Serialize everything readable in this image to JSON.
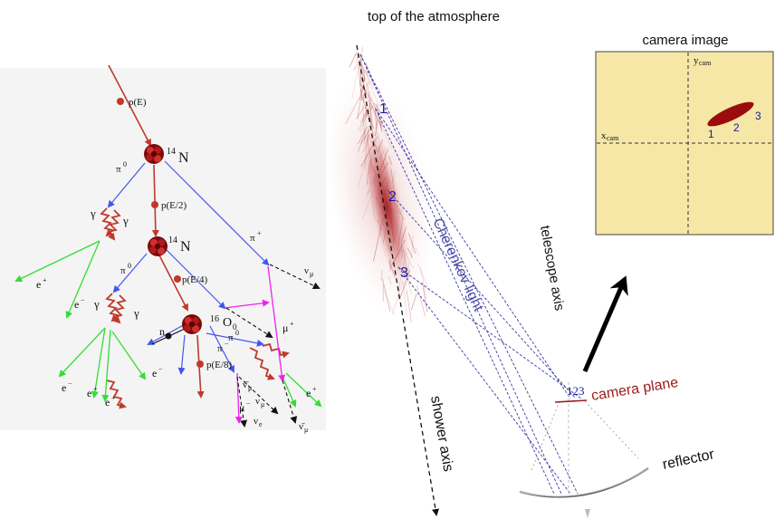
{
  "atmosphere": {
    "title": "top of the atmosphere"
  },
  "shower_panel": {
    "primary": "p(E)",
    "nitrogen_1": {
      "sup": "14",
      "sym": "N"
    },
    "nitrogen_2": {
      "sup": "14",
      "sym": "N"
    },
    "oxygen": {
      "sup": "16",
      "sym": "O",
      "sub": "0"
    },
    "proton_2": "p(E/2)",
    "proton_4": "p(E/4)",
    "proton_8": "p(E/8)",
    "pi0_a": "π",
    "pi0_a_sup": "0",
    "pi0_b": "π",
    "pi0_b_sup": "0",
    "pi0_c": "π",
    "pi0_c_sup": "0",
    "pi_plus": "π",
    "pi_plus_sup": "+",
    "pi_minus": "π",
    "pi_minus_sup": "−",
    "gamma_1": "γ",
    "gamma_2": "γ",
    "gamma_3": "γ",
    "gamma_4": "γ",
    "neutron": "n",
    "nu_mu_1": "ν",
    "nu_mu_1_sub": "μ",
    "nu_mu_2": "ν",
    "nu_mu_2_sub": "μ",
    "nu_mu_bar_1": "ν̄",
    "nu_mu_bar_1_sub": "μ",
    "nu_mu_bar_2": "ν̄",
    "nu_mu_bar_2_sub": "μ",
    "nu_e": "ν",
    "nu_e_sub": "e",
    "mu_plus": "μ",
    "mu_plus_sup": "+",
    "mu_minus": "μ",
    "mu_minus_sup": "−",
    "e_plus_1": "e",
    "e_plus_1_sup": "+",
    "e_minus_1": "e",
    "e_minus_1_sup": "−",
    "e_minus_2": "e",
    "e_minus_2_sup": "−",
    "e_plus_2": "e",
    "e_plus_2_sup": "+",
    "e_plus_3": "e",
    "e_plus_3_sup": "+",
    "e_minus_3": "e",
    "e_minus_3_sup": "−",
    "e_plus_4": "e",
    "e_plus_4_sup": "+"
  },
  "shower_markers": [
    "1",
    "2",
    "3"
  ],
  "cherenkov_label": "Cherenkov light",
  "shower_axis_label": "shower axis",
  "telescope_axis_label": "telescope axis",
  "camera_plane": {
    "label": "camera plane",
    "numbers": "123"
  },
  "reflector_label": "reflector",
  "camera_image": {
    "title": "camera image",
    "x_axis": "x",
    "x_axis_sub": "cam",
    "y_axis": "y",
    "y_axis_sub": "cam",
    "ellipse_points": [
      "1",
      "2",
      "3"
    ],
    "background_color": "#f6e7a6",
    "ellipse_color": "#9b0d0d"
  },
  "colors": {
    "hadronic": "#c0392b",
    "pion_blue": "#4455ee",
    "electromagnetic": "#33dd33",
    "muonic": "#ee22ee",
    "cherenkov_lines": "#3a3aa8",
    "marker_text": "#1a1aa0"
  }
}
